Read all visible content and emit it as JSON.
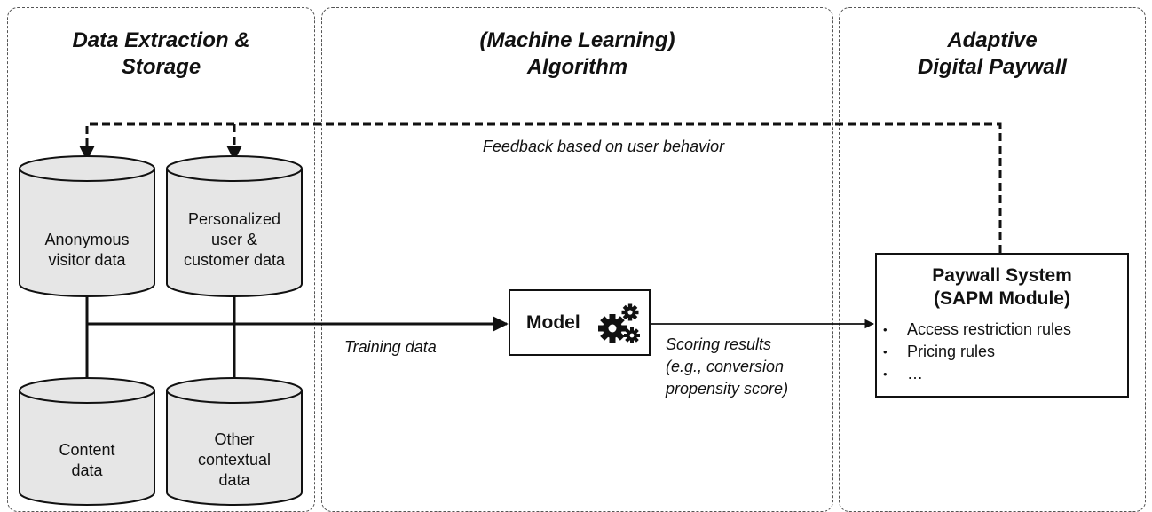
{
  "panels": {
    "left_title": "Data Extraction &\nStorage",
    "middle_title": "(Machine Learning)\nAlgorithm",
    "right_title": "Adaptive\nDigital Paywall"
  },
  "feedback_label": "Feedback based on user behavior",
  "databases": {
    "anonymous": "Anonymous\nvisitor data",
    "personalized": "Personalized\nuser &\ncustomer data",
    "content": "Content\ndata",
    "contextual": "Other\ncontextual\ndata"
  },
  "training_label": "Training data",
  "model": {
    "label": "Model",
    "icon": "gears-icon"
  },
  "scoring_label": "Scoring results\n(e.g., conversion\npropensity score)",
  "paywall": {
    "title": "Paywall System\n(SAPM Module)",
    "bullet_char": "•",
    "rules": [
      "Access restriction rules",
      "Pricing rules",
      "…"
    ]
  }
}
